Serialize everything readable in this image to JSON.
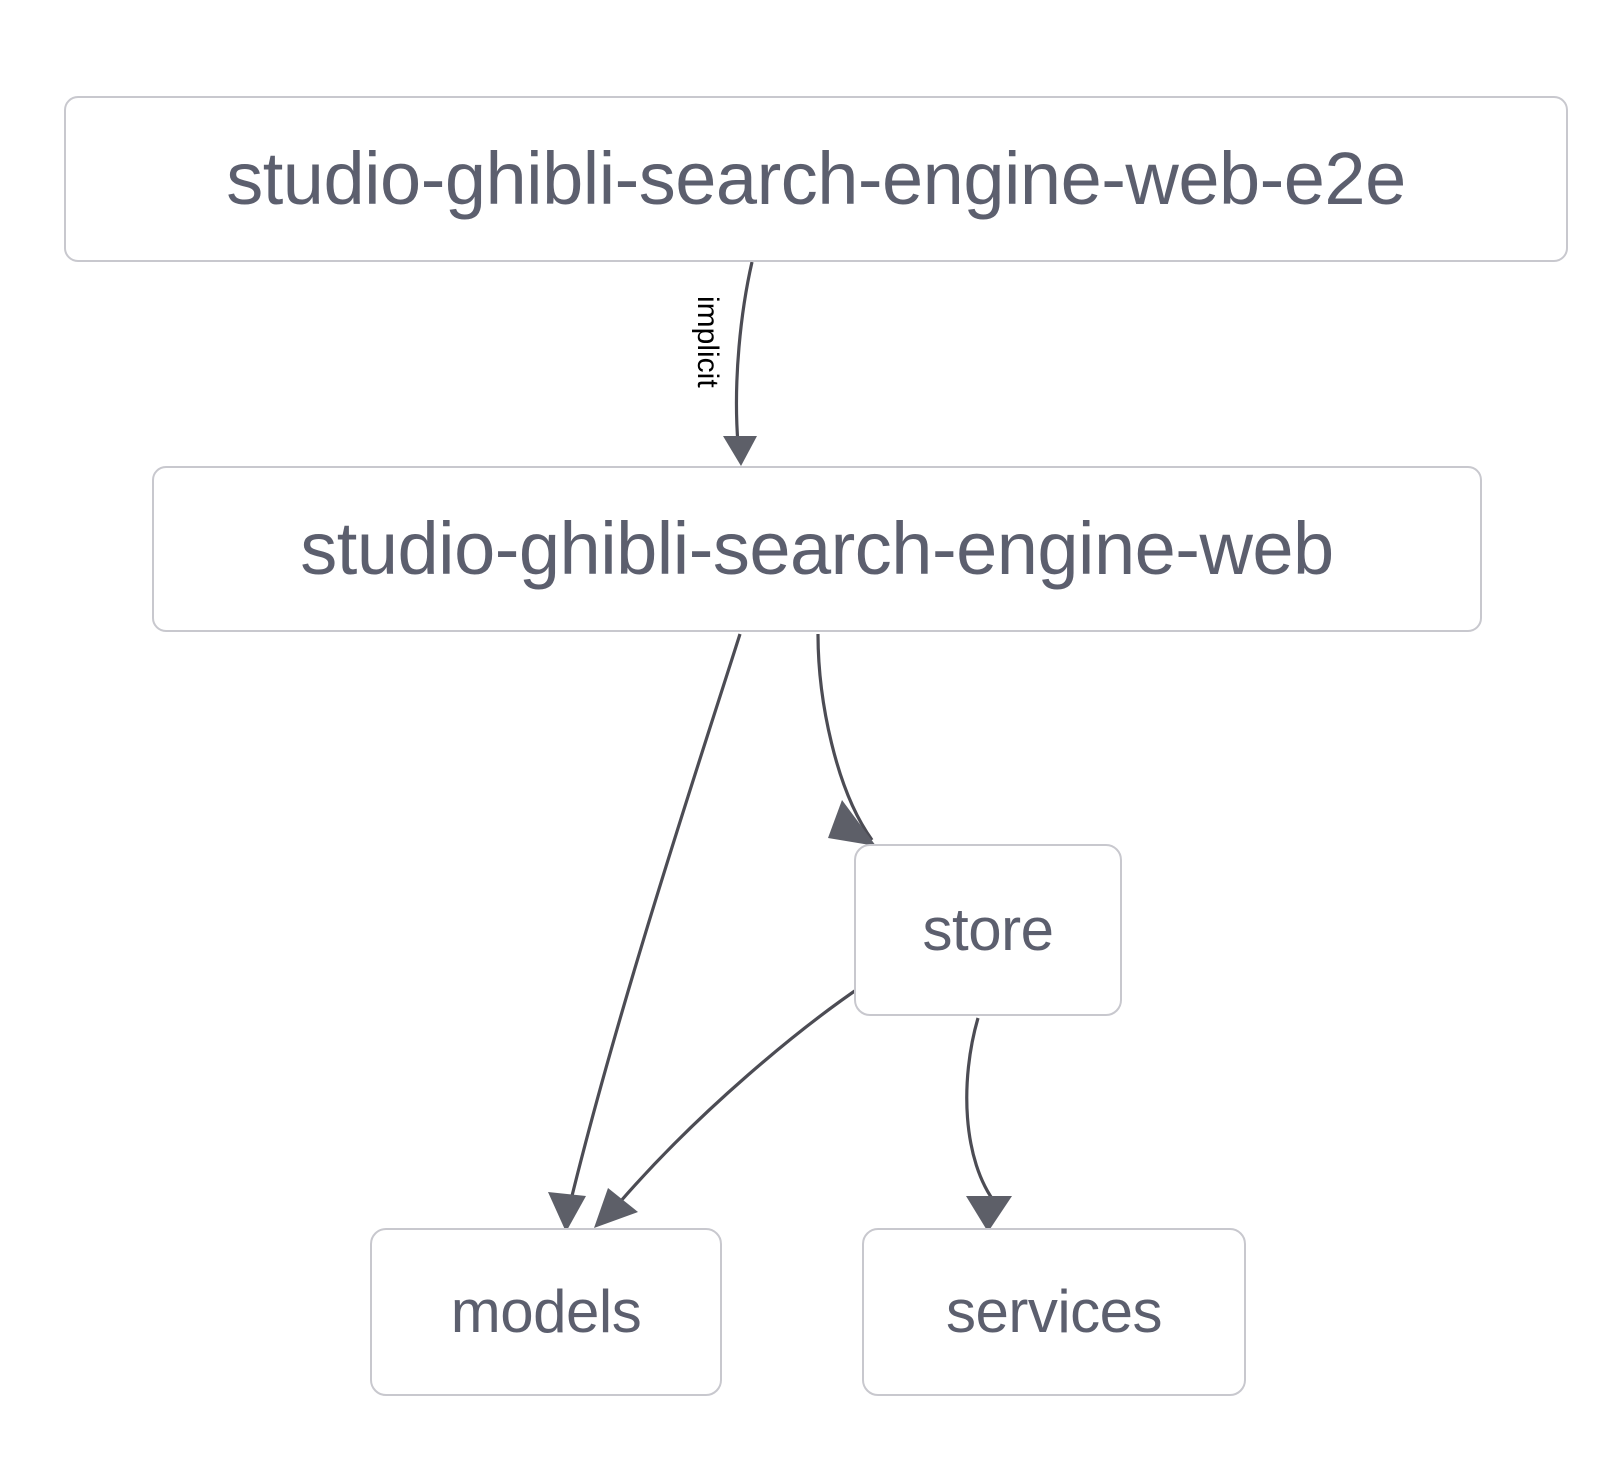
{
  "diagram": {
    "type": "dependency-graph",
    "direction": "top-down",
    "background_color": "#ffffff",
    "node_border_color": "#c8c8ce",
    "node_text_color": "#5c5f6e",
    "edge_color": "#4c4c54",
    "arrow_color": "#5d5f68",
    "edge_label_color": "#000000",
    "nodes": [
      {
        "id": "root",
        "label": "studio-ghibli-search-engine-web-e2e"
      },
      {
        "id": "web",
        "label": "studio-ghibli-search-engine-web"
      },
      {
        "id": "store",
        "label": "store"
      },
      {
        "id": "models",
        "label": "models"
      },
      {
        "id": "services",
        "label": "services"
      }
    ],
    "edges": [
      {
        "from": "root",
        "to": "web",
        "label": "implicit"
      },
      {
        "from": "web",
        "to": "models",
        "label": ""
      },
      {
        "from": "web",
        "to": "store",
        "label": ""
      },
      {
        "from": "store",
        "to": "models",
        "label": ""
      },
      {
        "from": "store",
        "to": "services",
        "label": ""
      }
    ]
  }
}
